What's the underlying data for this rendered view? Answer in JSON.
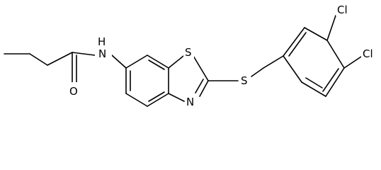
{
  "structure": {
    "atoms": {
      "cl_upper": "Cl",
      "cl_lower": "Cl",
      "sulfur_ring": "S",
      "sulfur_thioether": "S",
      "nitrogen_ring": "N",
      "nitrogen_amide": "N",
      "hydrogen_amide": "H",
      "oxygen": "O"
    }
  },
  "colors": {
    "bond": "#000000",
    "label": "#000000",
    "background": "#ffffff"
  }
}
